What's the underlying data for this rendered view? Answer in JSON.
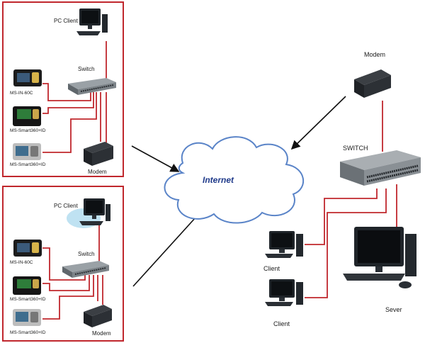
{
  "site_a": {
    "pc_label": "PC Client",
    "switch_label": "Switch",
    "modem_label": "Modem",
    "device_labels": [
      "MS-IN-60C",
      "MS-Smart360+ID",
      "MS-Smart360+ID"
    ]
  },
  "site_b": {
    "pc_label": "PC Client",
    "switch_label": "Switch",
    "modem_label": "Modem",
    "device_labels": [
      "MS-IN-60C",
      "MS-Smart360+ID",
      "MS-Smart360+ID"
    ]
  },
  "cloud": {
    "label": "Internet"
  },
  "hub": {
    "modem_label": "Modem",
    "switch_label": "SWITCH",
    "client1_label": "Client",
    "client2_label": "Client",
    "server_label": "Sever"
  },
  "colors": {
    "link": "#c0272d",
    "wan": "#111111",
    "cloud_stroke": "#5a84c8"
  }
}
